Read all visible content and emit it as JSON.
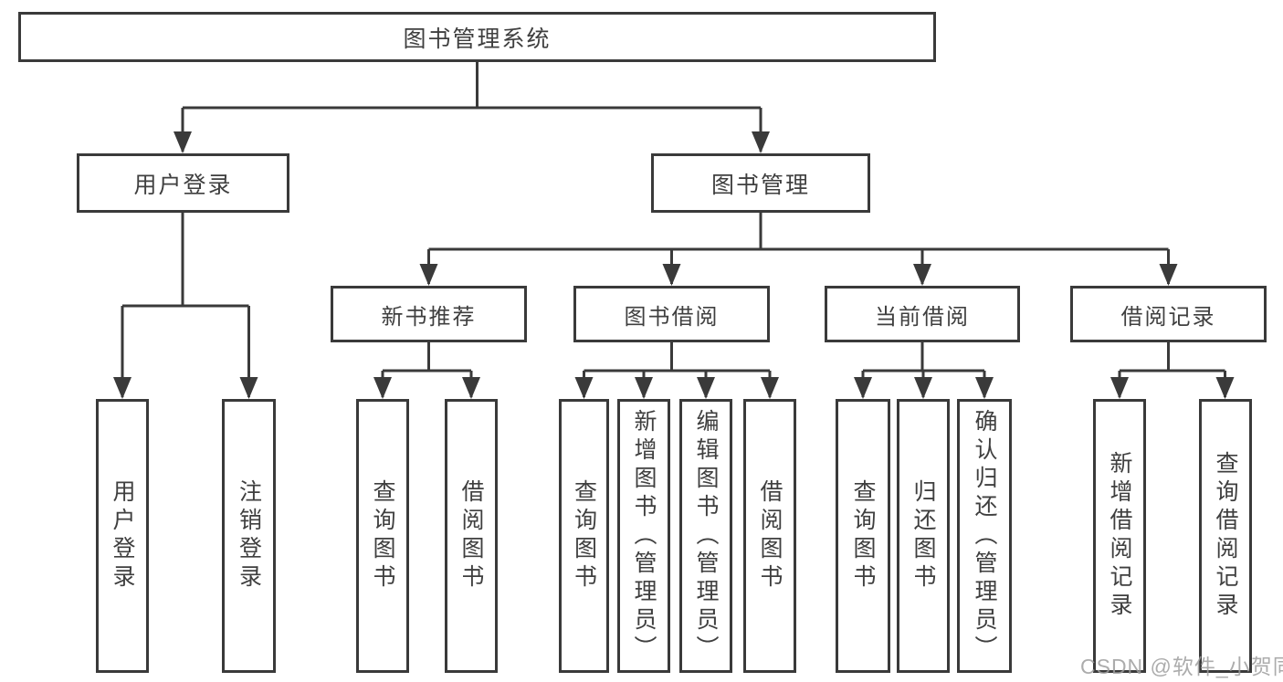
{
  "diagram": {
    "title": "图书管理系统",
    "root": "图书管理系统",
    "level2": [
      "用户登录",
      "图书管理"
    ],
    "level3": [
      "新书推荐",
      "图书借阅",
      "当前借阅",
      "借阅记录"
    ],
    "leaves": {
      "user_login": [
        "用户登录",
        "注销登录"
      ],
      "new_book": [
        "查询图书",
        "借阅图书"
      ],
      "book_borrow": [
        "查询图书",
        "新增图书（管理员）",
        "编辑图书（管理员）",
        "借阅图书"
      ],
      "current_borrow": [
        "查询图书",
        "归还图书",
        "确认归还（管理员）"
      ],
      "borrow_records": [
        "新增借阅记录",
        "查询借阅记录"
      ]
    }
  },
  "watermark": "CSDN @软件_小贺同学",
  "colors": {
    "line": "#3a3a3a",
    "text": "#3f3f3f",
    "watermark": "#9e9e9e",
    "background": "#ffffff"
  }
}
